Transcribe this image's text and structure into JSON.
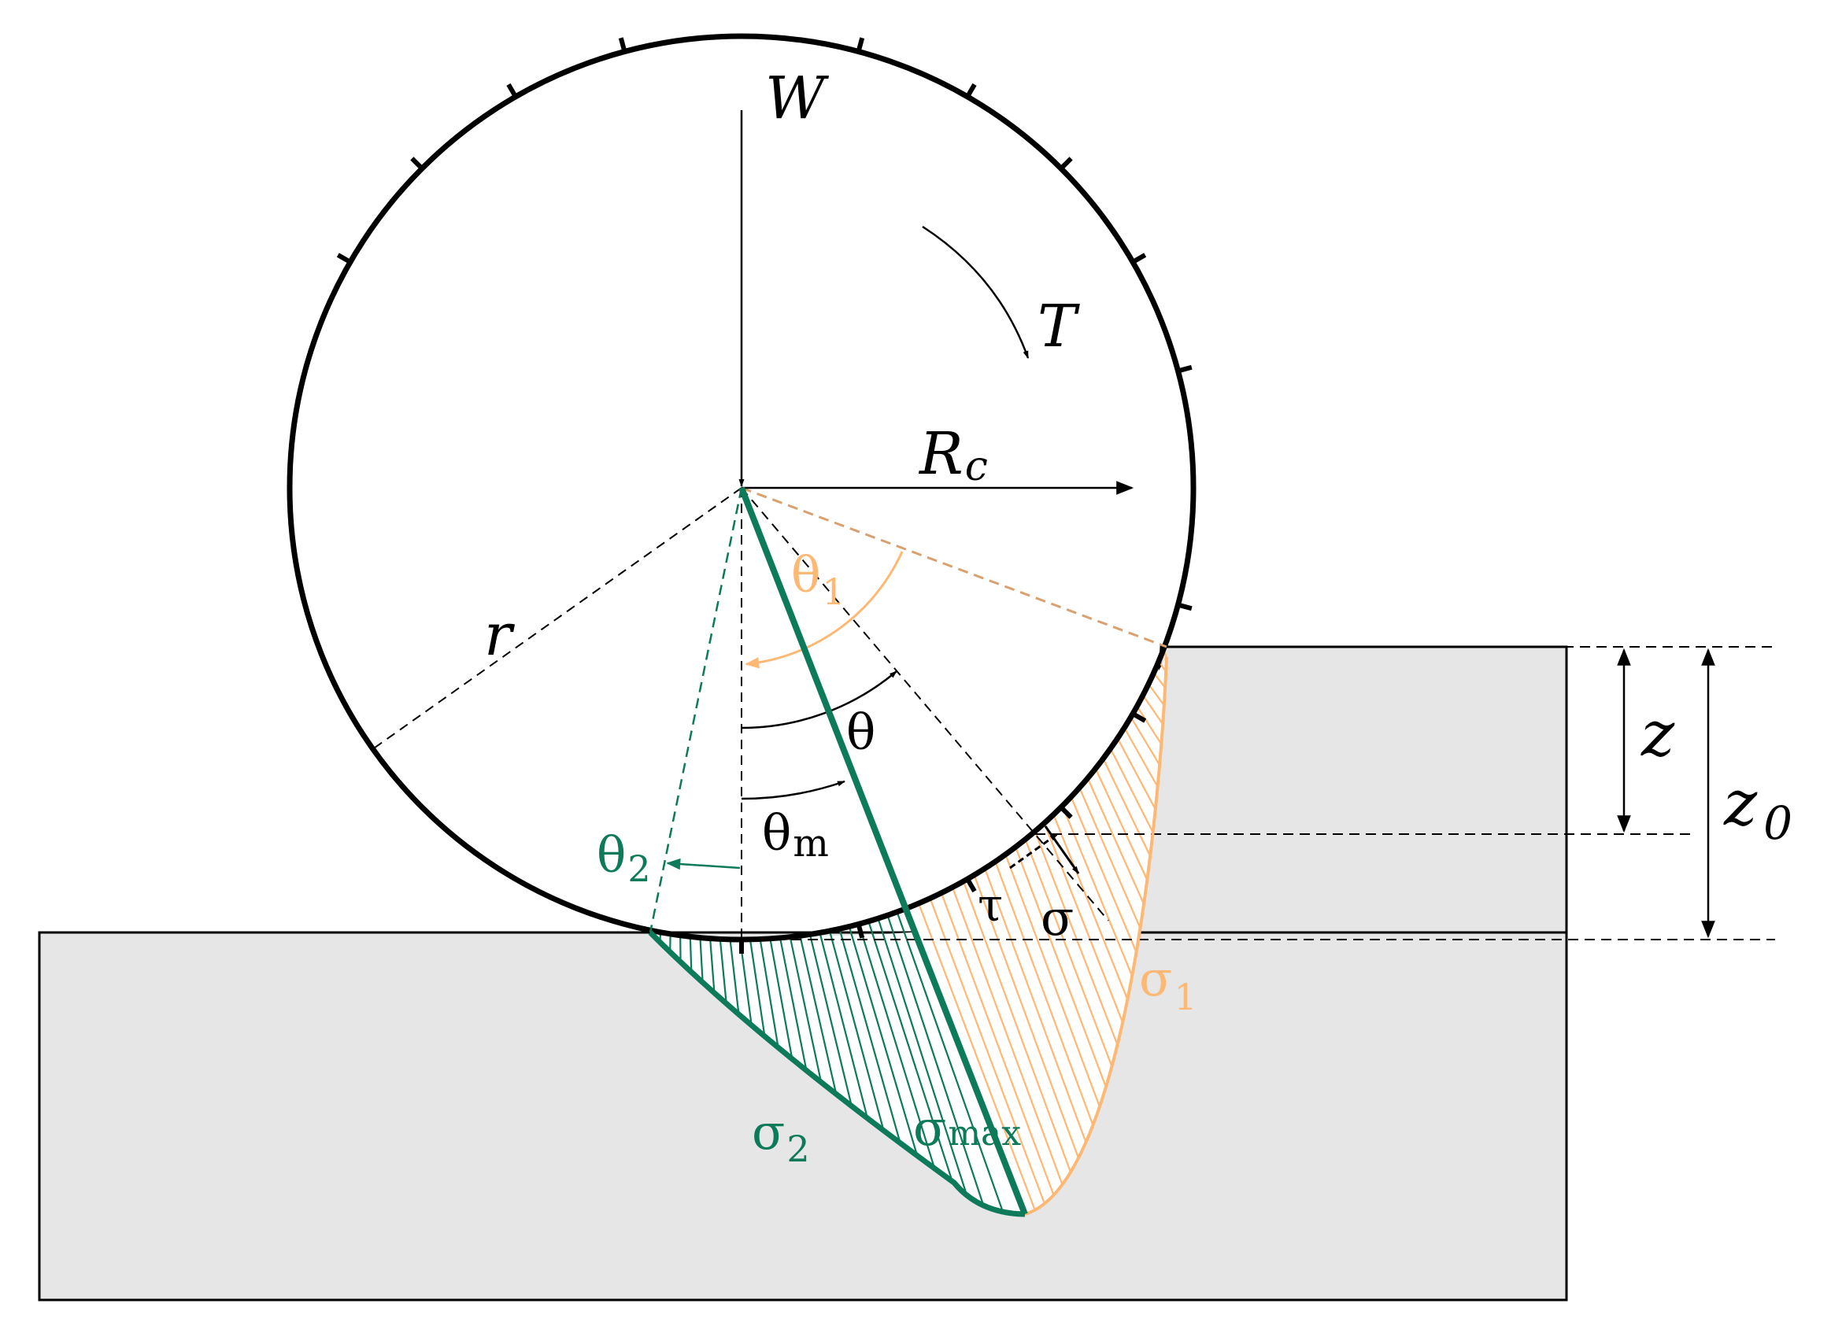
{
  "labels": {
    "load": "W",
    "torque": "T",
    "wheel_radius": "R",
    "wheel_radius_sub": "c",
    "radius": "r",
    "theta1": "θ",
    "theta1_sub": "1",
    "theta": "θ",
    "theta_m": "θ",
    "theta_m_sub": "m",
    "theta2": "θ",
    "theta2_sub": "2",
    "tau": "τ",
    "sigma": "σ",
    "sigma1": "σ",
    "sigma1_sub": "1",
    "sigma2": "σ",
    "sigma2_sub": "2",
    "sigma_max": "σ",
    "sigma_max_sub": "max",
    "depth": "z",
    "depth0": "z",
    "depth0_sub": "0"
  },
  "colors": {
    "stroke": "#000000",
    "ground": "#e6e6e6",
    "green": "#0d7a5a",
    "orange": "#fdb874"
  }
}
